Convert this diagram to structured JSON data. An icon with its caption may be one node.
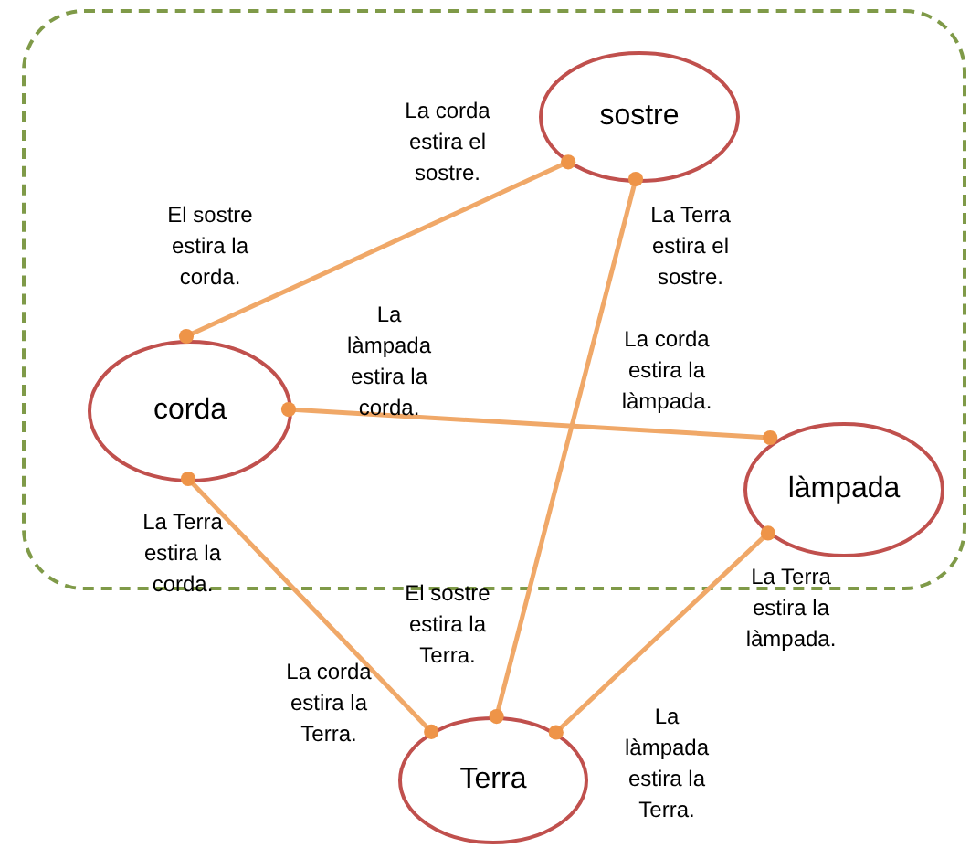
{
  "diagram": {
    "nodes": [
      {
        "text": [],
        "shape": "box"
      },
      {
        "text": [
          "sostre"
        ],
        "in": 0
      },
      {
        "text": [
          "corda"
        ],
        "in": 0
      },
      {
        "text": [
          "làmpada"
        ],
        "in": 0
      },
      {
        "text": [
          "Terra"
        ]
      }
    ],
    "edges": [
      {
        "from": 2,
        "to": 1,
        "arrow": "other"
      },
      {
        "from": 1,
        "to": 4,
        "arrow": "other"
      },
      {
        "from": 2,
        "to": 3,
        "arrow": "other"
      },
      {
        "from": 2,
        "to": 4,
        "arrow": "other"
      },
      {
        "from": 3,
        "to": 4,
        "arrow": "other"
      }
    ],
    "labels": [
      "La corda estira el sostre.",
      "El sostre estira la corda.",
      "La Terra estira el sostre.",
      "La làmpada estira la corda.",
      "La corda estira la làmpada.",
      "La Terra estira la corda.",
      "El sostre estira la Terra.",
      "La Terra estira la làmpada.",
      "La corda estira la Terra.",
      "La làmpada estira la Terra."
    ]
  }
}
